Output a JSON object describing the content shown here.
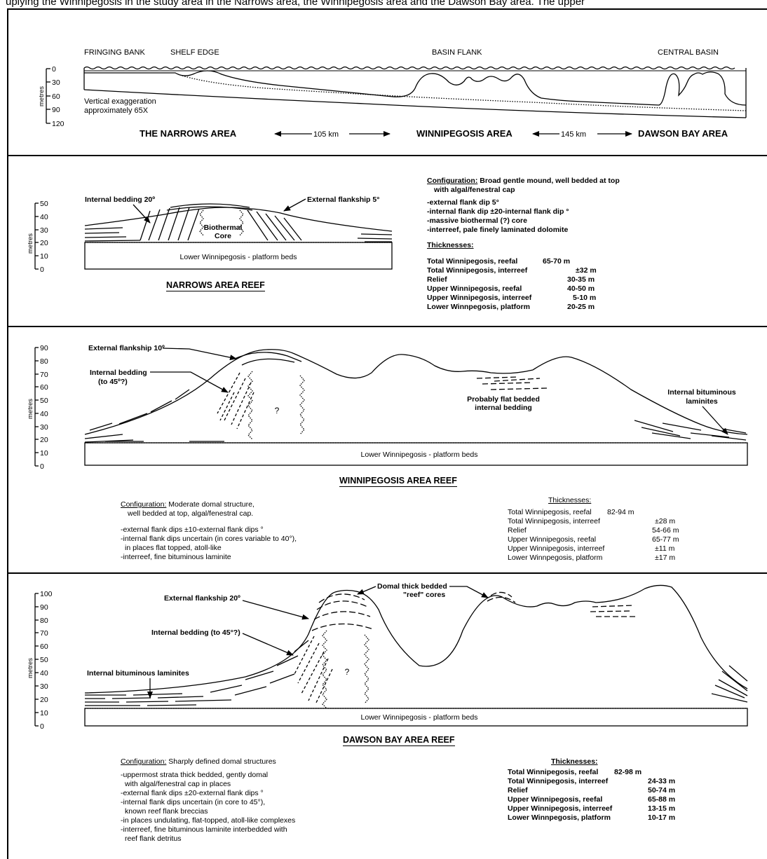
{
  "caption": "uplying the Winnipegosis in the study area in the Narrows area, the Winnipegosis area and the Dawson Bay area. The upper",
  "cross_section": {
    "facies": [
      "FRINGING BANK",
      "SHELF EDGE",
      "BASIN FLANK",
      "CENTRAL BASIN"
    ],
    "axis_label": "metres",
    "axis_ticks": [
      "0",
      "30",
      "60",
      "90",
      "120"
    ],
    "note_line1": "Vertical exaggeration",
    "note_line2": "approximately 65X",
    "area1": "THE NARROWS AREA",
    "dist1": "105 km",
    "area2": "WINNIPEGOSIS AREA",
    "dist2": "145 km",
    "area3": "DAWSON BAY AREA"
  },
  "narrows": {
    "title": "NARROWS AREA REEF",
    "axis_label": "metres",
    "axis_ticks": [
      "50",
      "40",
      "30",
      "20",
      "10",
      "0"
    ],
    "label_internal": "Internal bedding 20º",
    "label_external": "External flankship 5°",
    "core_line1": "Biothermal",
    "core_line2": "Core",
    "platform": "Lower Winnipegosis - platform beds",
    "config_heading": "Configuration:",
    "config_text1": " Broad gentle mound, well bedded at top",
    "config_text2": "with algal/fenestral cap",
    "bullets": [
      "-external flank dip 5°",
      "-internal flank dip ±20-internal flank dip °",
      "-massive biothermal (?) core",
      "-interreef, pale finely laminated dolomite"
    ],
    "thickness_heading": "Thicknesses:",
    "thickness_rows": [
      {
        "label": "Total Winnipegosis, reefal",
        "value": "65-70 m"
      },
      {
        "label": "Total Winnipegosis, interreef",
        "value": "±32 m"
      },
      {
        "label": "Relief",
        "value": "30-35 m"
      },
      {
        "label": "Upper Winnipegosis, reefal",
        "value": "40-50 m"
      },
      {
        "label": "Upper Winnipegosis, interreef",
        "value": "5-10 m"
      },
      {
        "label": "Lower Winnpegosis, platform",
        "value": "20-25 m"
      }
    ]
  },
  "winnipegosis": {
    "title": "WINNIPEGOSIS AREA REEF",
    "axis_label": "metres",
    "axis_ticks": [
      "90",
      "80",
      "70",
      "60",
      "50",
      "40",
      "30",
      "20",
      "10",
      "0"
    ],
    "label_external": "External flankship 10º",
    "label_internal1": "Internal bedding",
    "label_internal2": "(to 45º?)",
    "question": "?",
    "flat1": "Probably flat bedded",
    "flat2": "internal bedding",
    "bit1": "Internal bituminous",
    "bit2": "laminites",
    "platform": "Lower Winnipegosis - platform beds",
    "config_heading": "Configuration:",
    "config_text1": " Moderate domal structure,",
    "config_text2": "well bedded at top, algal/fenestral cap.",
    "bullets": [
      "-external flank dips ±10-external flank dips °",
      "-internal flank dips uncertain (in cores variable to 40°),",
      "  in places flat topped, atoll-like",
      "-interreef, fine bituminous laminite"
    ],
    "thickness_heading": "Thicknesses:",
    "thickness_rows": [
      {
        "label": "Total Winnipegosis, reefal",
        "value": "82-94 m"
      },
      {
        "label": "Total Winnipegosis, interreef",
        "value": "±28 m"
      },
      {
        "label": "Relief",
        "value": "54-66 m"
      },
      {
        "label": "Upper Winnipegosis, reefal",
        "value": "65-77 m"
      },
      {
        "label": "Upper Winnipegosis, interreef",
        "value": "±11 m"
      },
      {
        "label": "Lower Winnpegosis, platform",
        "value": "±17 m"
      }
    ]
  },
  "dawson": {
    "title": "DAWSON BAY AREA REEF",
    "axis_label": "metres",
    "axis_ticks": [
      "100",
      "90",
      "80",
      "70",
      "60",
      "50",
      "40",
      "30",
      "20",
      "10",
      "0"
    ],
    "label_external": "External flankship 20º",
    "label_internal": "Internal bedding (to 45°?)",
    "label_domal1": "Domal thick bedded",
    "label_domal2": "\"reef\" cores",
    "label_bit": "Internal bituminous laminites",
    "question": "?",
    "platform": "Lower Winnipegosis - platform beds",
    "config_heading": "Configuration:",
    "config_text1": " Sharply defined domal structures",
    "bullets": [
      "-uppermost strata thick bedded, gently domal",
      "  with algal/fenestral cap in places",
      "-external flank dips ±20-external flank dips °",
      "-internal flank dips uncertain (in core to 45°),",
      "  known reef flank breccias",
      "-in places undulating, flat-topped, atoll-like complexes",
      "-interreef, fine bituminous laminite interbedded with",
      "  reef flank detritus"
    ],
    "thickness_heading": "Thicknesses:",
    "thickness_rows": [
      {
        "label": "Total Winnipegosis, reefal",
        "value": "82-98 m"
      },
      {
        "label": "Total Winnipegosis, interreef",
        "value": "24-33 m"
      },
      {
        "label": "Relief",
        "value": "50-74 m"
      },
      {
        "label": "Upper Winnipegosis, reefal",
        "value": "65-88 m"
      },
      {
        "label": "Upper Winnipegosis, interreef",
        "value": "13-15 m"
      },
      {
        "label": "Lower Winnpegosis, platform",
        "value": "10-17 m"
      }
    ]
  }
}
